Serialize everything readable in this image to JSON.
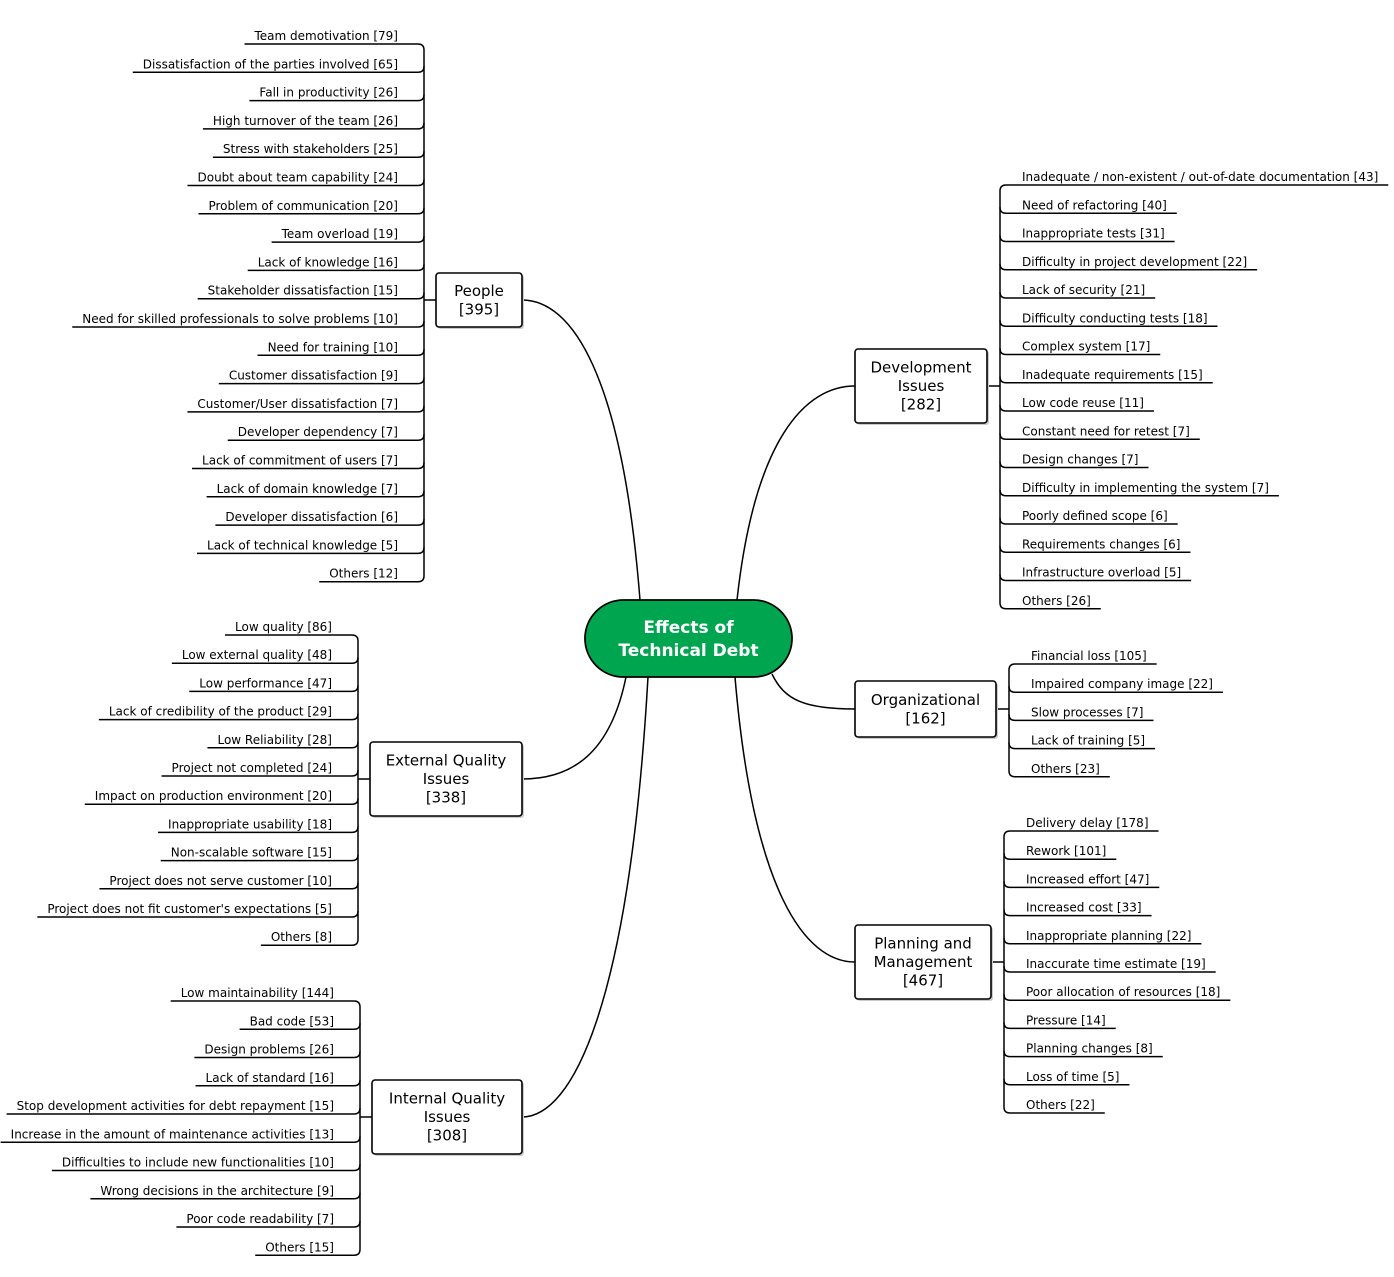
{
  "root": {
    "label_lines": [
      "Effects of",
      "Technical Debt"
    ],
    "color": "#00a64f"
  },
  "branches": [
    {
      "id": "people",
      "label_lines": [
        "People",
        "[395]"
      ],
      "items": [
        "Team demotivation [79]",
        "Dissatisfaction of the parties involved [65]",
        "Fall in productivity [26]",
        "High turnover of the team [26]",
        "Stress with stakeholders [25]",
        "Doubt about team capability [24]",
        "Problem of communication [20]",
        "Team overload [19]",
        "Lack of knowledge [16]",
        "Stakeholder dissatisfaction [15]",
        "Need for skilled professionals to solve problems [10]",
        "Need for training [10]",
        "Customer dissatisfaction [9]",
        "Customer/User dissatisfaction [7]",
        "Developer dependency [7]",
        "Lack of commitment of users [7]",
        "Lack of domain knowledge [7]",
        "Developer dissatisfaction [6]",
        "Lack of technical knowledge [5]",
        "Others [12]"
      ]
    },
    {
      "id": "external-quality",
      "label_lines": [
        "External Quality",
        "Issues",
        "[338]"
      ],
      "items": [
        "Low quality [86]",
        "Low external quality [48]",
        "Low performance [47]",
        "Lack of credibility of the product [29]",
        "Low Reliability [28]",
        "Project not completed [24]",
        "Impact on production environment [20]",
        "Inappropriate usability [18]",
        "Non-scalable software [15]",
        "Project does not serve customer [10]",
        "Project does not fit customer's expectations [5]",
        "Others [8]"
      ]
    },
    {
      "id": "internal-quality",
      "label_lines": [
        "Internal Quality",
        "Issues",
        "[308]"
      ],
      "items": [
        "Low maintainability [144]",
        "Bad code [53]",
        "Design problems [26]",
        "Lack of standard [16]",
        "Stop development activities for debt repayment [15]",
        "Increase in the amount of maintenance activities [13]",
        "Difficulties to include new functionalities [10]",
        "Wrong decisions in the architecture [9]",
        "Poor code readability [7]",
        "Others [15]"
      ]
    },
    {
      "id": "development",
      "label_lines": [
        "Development",
        "Issues",
        "[282]"
      ],
      "items": [
        "Inadequate / non-existent / out-of-date documentation [43]",
        "Need of refactoring [40]",
        "Inappropriate tests [31]",
        "Difficulty in project development [22]",
        "Lack of security [21]",
        "Difficulty conducting tests [18]",
        "Complex system [17]",
        "Inadequate requirements [15]",
        "Low code reuse [11]",
        "Constant need for retest [7]",
        "Design changes [7]",
        "Difficulty in implementing the system [7]",
        "Poorly defined scope [6]",
        "Requirements changes [6]",
        "Infrastructure overload [5]",
        "Others [26]"
      ]
    },
    {
      "id": "organizational",
      "label_lines": [
        "Organizational",
        "[162]"
      ],
      "items": [
        "Financial loss [105]",
        "Impaired company image [22]",
        "Slow processes [7]",
        "Lack of training [5]",
        "Others [23]"
      ]
    },
    {
      "id": "planning",
      "label_lines": [
        "Planning and",
        "Management",
        "[467]"
      ],
      "items": [
        "Delivery delay [178]",
        "Rework [101]",
        "Increased effort [47]",
        "Increased cost [33]",
        "Inappropriate planning [22]",
        "Inaccurate time estimate [19]",
        "Poor allocation of resources [18]",
        "Pressure [14]",
        "Planning changes [8]",
        "Loss of time [5]",
        "Others [22]"
      ]
    }
  ]
}
